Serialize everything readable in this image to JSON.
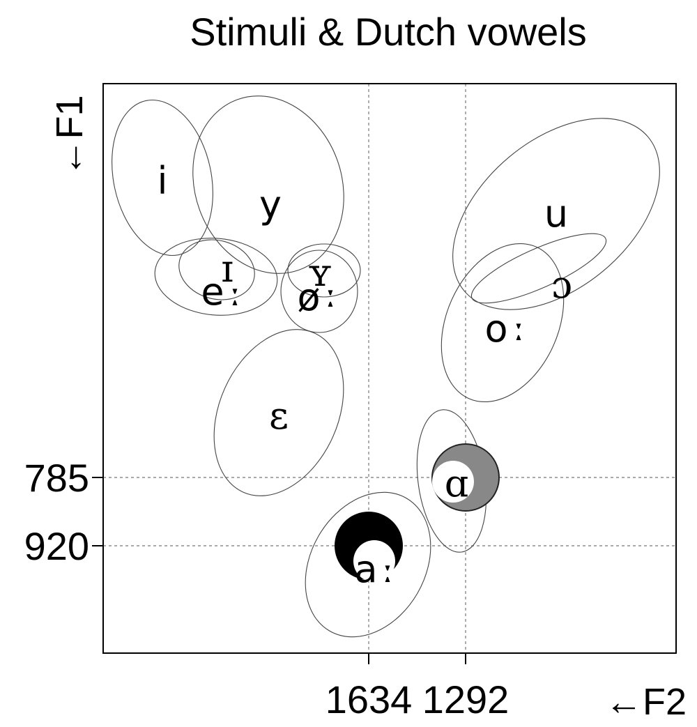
{
  "chart_data": {
    "type": "scatter",
    "title": "Stimuli & Dutch vowels",
    "xlabel": "←F2",
    "ylabel": "←F1",
    "x_ticks": [
      1634,
      1292
    ],
    "y_ticks": [
      785,
      920
    ],
    "axis_direction": {
      "x": "reversed",
      "y": "reversed"
    },
    "reference_lines": {
      "x": [
        1634,
        1292
      ],
      "y": [
        785,
        920
      ]
    },
    "stimuli": [
      {
        "name": "gray",
        "F2": 1292,
        "F1": 785,
        "fill": "#888888",
        "outline": "#222222"
      },
      {
        "name": "black",
        "F2": 1634,
        "F1": 920,
        "fill": "#000000",
        "outline": "#000000"
      }
    ],
    "vowels": [
      {
        "label": "i",
        "style": "sans"
      },
      {
        "label": "y",
        "style": "sans"
      },
      {
        "label": "u",
        "style": "sans"
      },
      {
        "label": "e",
        "style": "sans"
      },
      {
        "label": "ɪ",
        "style": "serif"
      },
      {
        "label": "ː",
        "style": "serif"
      },
      {
        "label": "ø",
        "style": "sans"
      },
      {
        "label": "ʏ",
        "style": "serif"
      },
      {
        "label": "ː",
        "style": "serif"
      },
      {
        "label": "ɔ",
        "style": "serif"
      },
      {
        "label": "o",
        "style": "sans"
      },
      {
        "label": "ː",
        "style": "serif"
      },
      {
        "label": "ɛ",
        "style": "serif"
      },
      {
        "label": "ɑ",
        "style": "serif"
      },
      {
        "label": "a",
        "style": "sans"
      },
      {
        "label": "ː",
        "style": "serif"
      }
    ]
  }
}
